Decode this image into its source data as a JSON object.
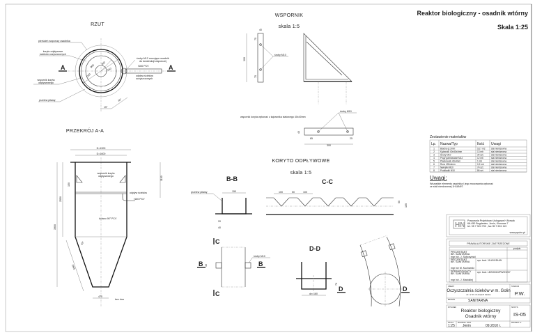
{
  "title": "Reaktor biologiczny - osadnik wtórny",
  "scale": "Skala 1:25",
  "rzut": {
    "title": "RZUT",
    "labels": [
      "pierścień wsporczy osadnika",
      "koryto odpływowe",
      "ścieków oczyszczonych",
      "śruby M12 mocujące osadnik",
      "do konstrukcji wsporczej",
      "ř160 PCV",
      "odpływ ścieków",
      "oczyszczonych",
      "wspornik koryta",
      "odpływowego",
      "przelew piłasty"
    ],
    "section_mark": "A",
    "dims": [
      "900",
      "300",
      "650",
      "200",
      "15°",
      "30°"
    ]
  },
  "przekroj": {
    "title": "PRZEKRÓJ A-A",
    "dims": [
      "D=1900",
      "D=1600",
      "1100",
      "150",
      "2550",
      "3900",
      "1845",
      "55°",
      "470"
    ],
    "labels": [
      "wspornik koryta",
      "odpływowego",
      "odpływ ścieków",
      "ř160 PCV",
      "kolano 90° PCV",
      "bez dna"
    ]
  },
  "wspornik": {
    "title": "WSPORNIK",
    "scale": "skala 1:5",
    "bolts": "śruby M10",
    "note": "wspornik koryta wykonać z kątownika stalowego 40x40mm",
    "dims": [
      "40",
      "75",
      "300",
      "75",
      "40",
      "85",
      "300",
      "25"
    ]
  },
  "koryto": {
    "title": "KORYTO ODPŁYWOWE",
    "scale": "skala 1:5",
    "bb": "B-B",
    "cc": "C-C",
    "dd": "D-D",
    "b": "B",
    "c": "C",
    "d": "D",
    "przelew": "przelew piłasty",
    "bolts": "śruby M10",
    "dims": [
      "150",
      "20",
      "40",
      "100",
      "50",
      "100",
      "50",
      "105",
      "40",
      "70",
      "dz=160"
    ]
  },
  "materials": {
    "title": "Zestawienie materiałów",
    "headers": [
      "Lp.",
      "Nazwa/Typ",
      "Ilość",
      "Uwagi"
    ],
    "rows": [
      [
        "1",
        "Blacha gr.3mm",
        "18,7 m2",
        "stal nierdzewna"
      ],
      [
        "2",
        "Kątownik 40x40x4mm",
        "13 mb",
        "stal nierdzewna"
      ],
      [
        "3",
        "Śruby M10",
        "34 szt.",
        "stal nierdzewna"
      ],
      [
        "4",
        "Pręty gwintowane M12",
        "12 mb",
        "stal nierdzewna"
      ],
      [
        "5",
        "Płaskownik 40x4mm",
        "1 mb",
        "stal nierdzewna"
      ],
      [
        "6",
        "Rura 139x4mm",
        "0,2 mb",
        "stal nierdzewna"
      ],
      [
        "7",
        "Nakrętki M10",
        "74 szt.",
        "stal nierdzewna"
      ],
      [
        "8",
        "Podkładki M10",
        "86 szt.",
        "stal nierdzewna"
      ]
    ],
    "notes_title": "Uwagi:",
    "notes": [
      "Wszystkie elementy osadnika i jego mocowania wykonać",
      "ze stali nierdzewnej 1H18N9T."
    ]
  },
  "titleblock": {
    "company": [
      "Pracownia Projektowo Usługowa H.Nowak",
      "66-450 Bogdaniec, Jenin, Klonowa 7",
      "tel. 95 7 324 790 , fax 95 7 601 119"
    ],
    "www": "www.ppuhn.pl",
    "rights": "PRAWA AUTORSKIE ZASTRZEŻONE",
    "podpis": "podpis",
    "people": [
      {
        "role": "PROJEKTANT",
        "branch": "BR. SANITARNA",
        "name": "mgr inż. J. Sobczyński",
        "lic": ""
      },
      {
        "role": "PROJEKTANT",
        "branch": "BR. SANITARNA",
        "name": "mgr inż M. Kucharski",
        "lic": "upr. bud. 114/01/DUW"
      },
      {
        "role": "SPRAWDZAJĄCY",
        "branch": "BR. SANITARNA",
        "name": "mgr inż. J. Mańdziej",
        "lic": "upr. bud. LBS/0010/PWOS/07"
      }
    ],
    "obiekt_label": "OBIEKT",
    "obiekt": "Oczyszczalnia ścieków w m. Golin",
    "obiekt_sub": "dz. nr 5/1 i 6 obręb 8 Karsko",
    "stadium_label": "STADIUM",
    "stadium": "P.W.",
    "branza_label": "BRANŻA",
    "branza": "SANITARNA",
    "rysunek_label": "RYSUNEK",
    "rysunek": [
      "Reaktor biologiczny",
      "Osadnik wtórny"
    ],
    "nr_label": "NR RYS.",
    "nr": "IS-05",
    "skala_label": "SKALA",
    "skala": "1:25",
    "miejsce_label": "MIEJSCE I DATA",
    "miejsce": "Jenin",
    "data": "09.2010 r.",
    "projekt_label": "PROJEKT nr"
  }
}
